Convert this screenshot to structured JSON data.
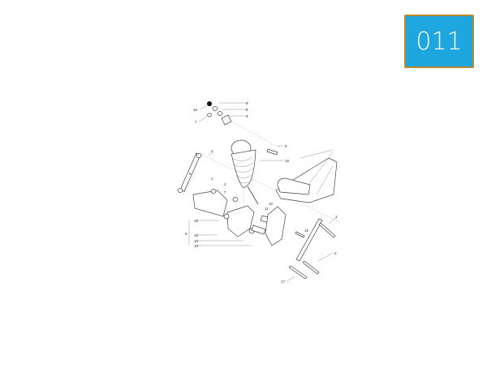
{
  "badge": {
    "text": "011",
    "color": "#1ea6df",
    "border_color": "#b8892a"
  },
  "diagram": {
    "callouts": [
      "16",
      "6",
      "5",
      "4",
      "7",
      "8",
      "3",
      "18",
      "5",
      "1",
      "2",
      "7",
      "10",
      "11",
      "1",
      "13",
      "9",
      "12",
      "14",
      "13",
      "15",
      "2",
      "17"
    ]
  }
}
